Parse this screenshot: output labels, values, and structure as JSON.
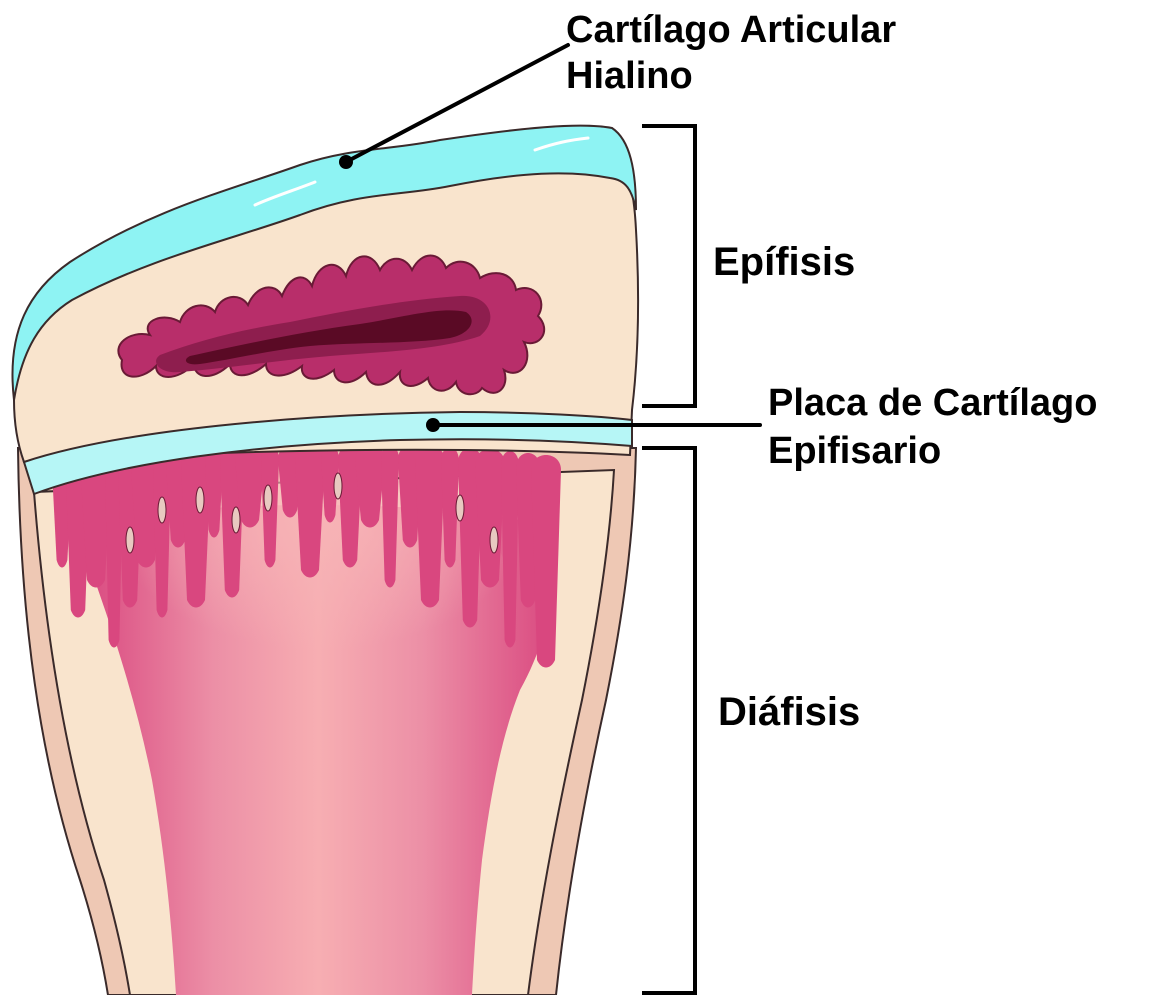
{
  "labels": {
    "articular_cartilage": [
      "Cartílago Articular",
      "Hialino"
    ],
    "epiphysis": "Epífisis",
    "growth_plate": [
      "Placa de Cartílago",
      "Epifisario"
    ],
    "diaphysis": "Diáfisis"
  },
  "colors": {
    "cartilage": "#8ef3f3",
    "cartilage_light": "#c8fafa",
    "bone_cream": "#f9e4cd",
    "periosteum": "#eec8b4",
    "marrow_magenta": "#d9477f",
    "marrow_light": "#f7aeb2",
    "spongy_outer": "#b82e6a",
    "spongy_mid": "#8e1e4e",
    "spongy_dark": "#5a0a25",
    "text": "#000000"
  }
}
